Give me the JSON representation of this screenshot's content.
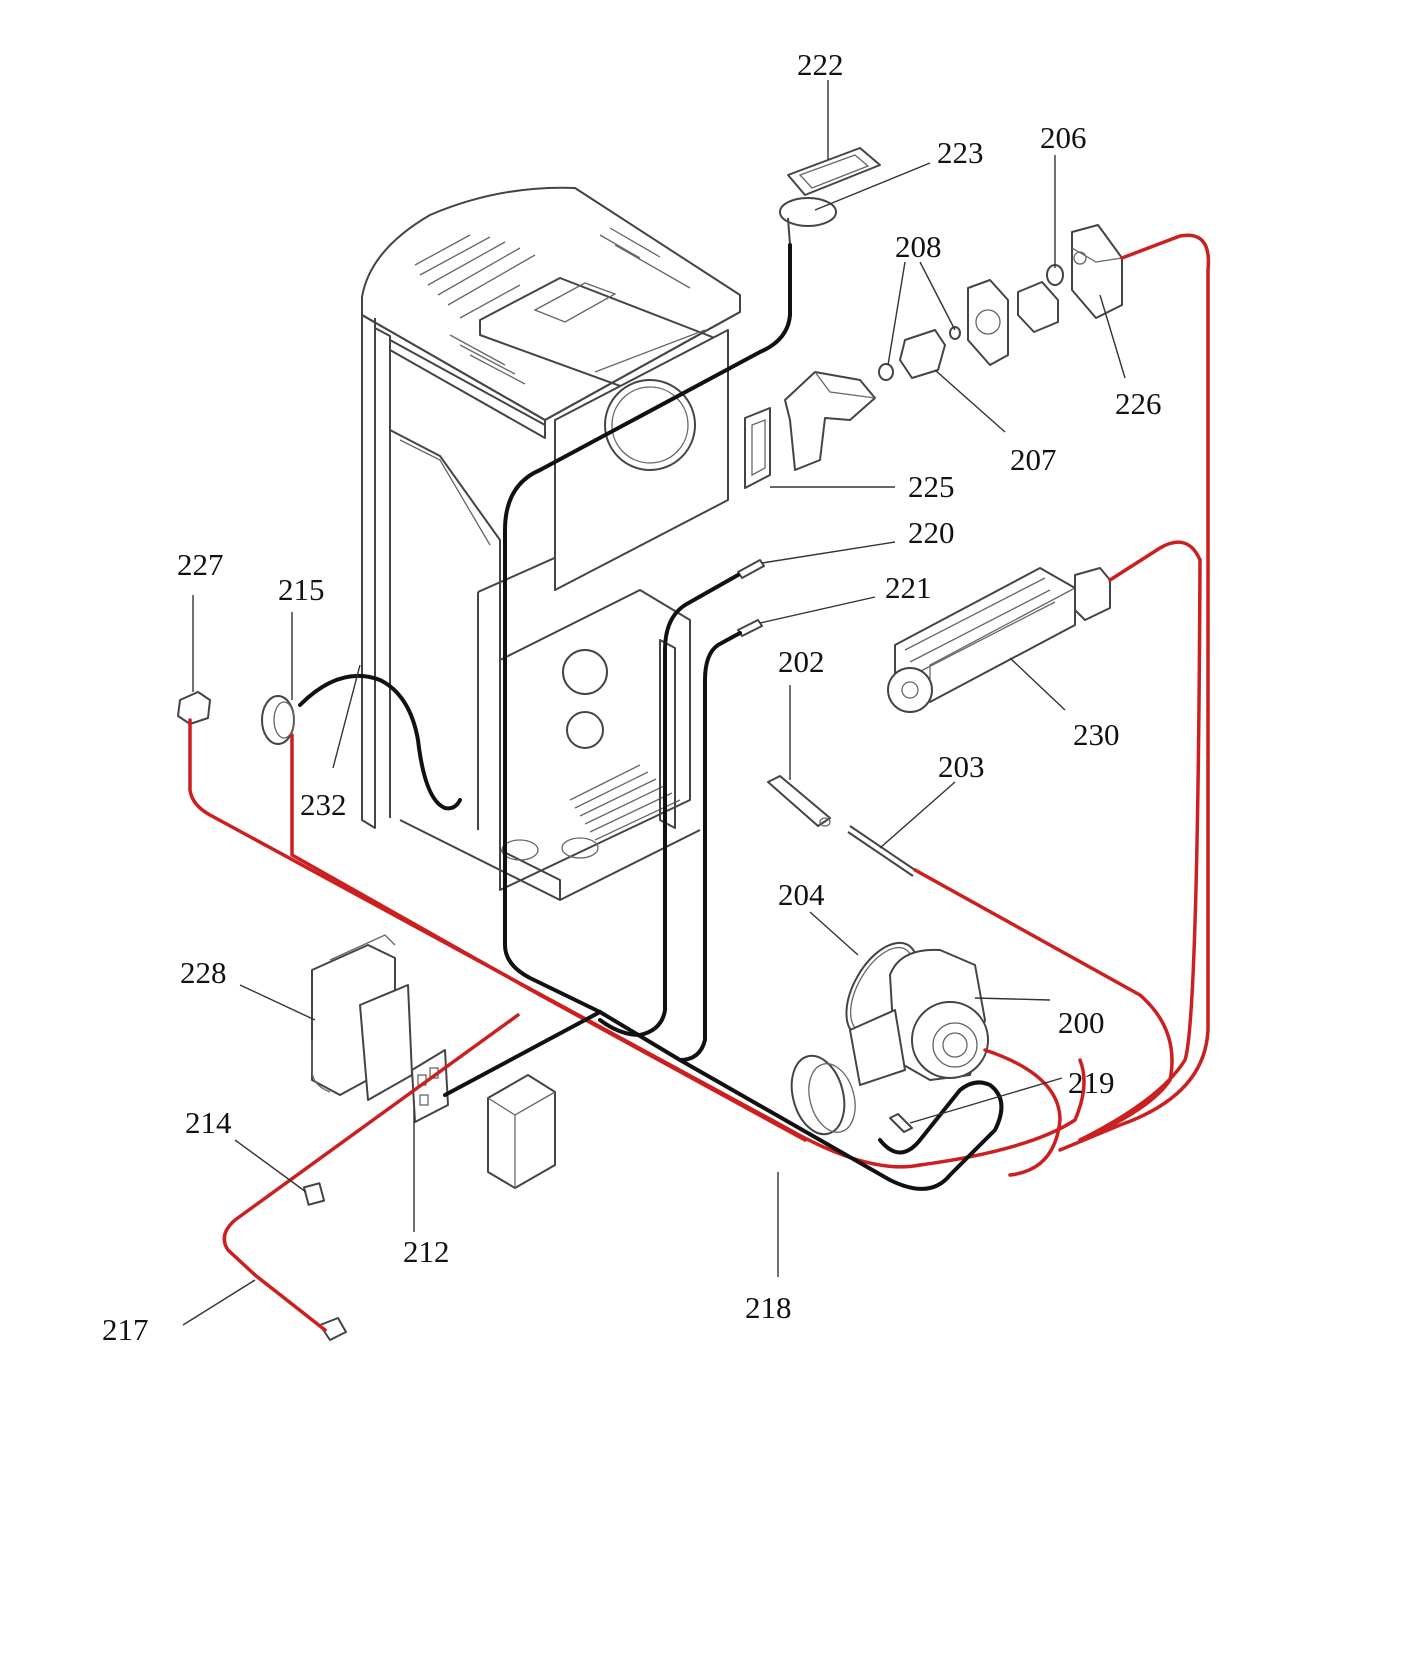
{
  "diagram": {
    "labels": {
      "l200": "200",
      "l202": "202",
      "l203": "203",
      "l204": "204",
      "l206": "206",
      "l207": "207",
      "l208": "208",
      "l212": "212",
      "l214": "214",
      "l215": "215",
      "l217": "217",
      "l218": "218",
      "l219": "219",
      "l220": "220",
      "l221": "221",
      "l222": "222",
      "l223": "223",
      "l225": "225",
      "l226": "226",
      "l227": "227",
      "l228": "228",
      "l230": "230",
      "l232": "232"
    },
    "colors": {
      "power_wire": "#cc1f1f",
      "signal_wire": "#111111",
      "outline": "#444444"
    }
  }
}
